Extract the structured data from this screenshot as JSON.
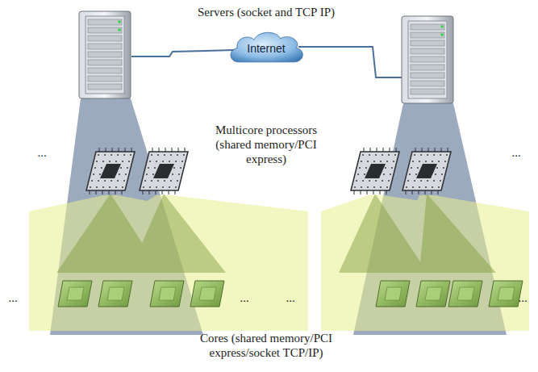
{
  "diagram": {
    "nodes": [
      {
        "text": [
          "Internet"
        ]
      }
    ],
    "labels": [
      "Servers (socket and TCP IP)",
      "Multicore processors (shared memory/PCI express)",
      "Cores (shared memory/PCI express/socket TCP/IP)",
      "...",
      "...",
      "...",
      "...",
      "...",
      "..."
    ]
  }
}
